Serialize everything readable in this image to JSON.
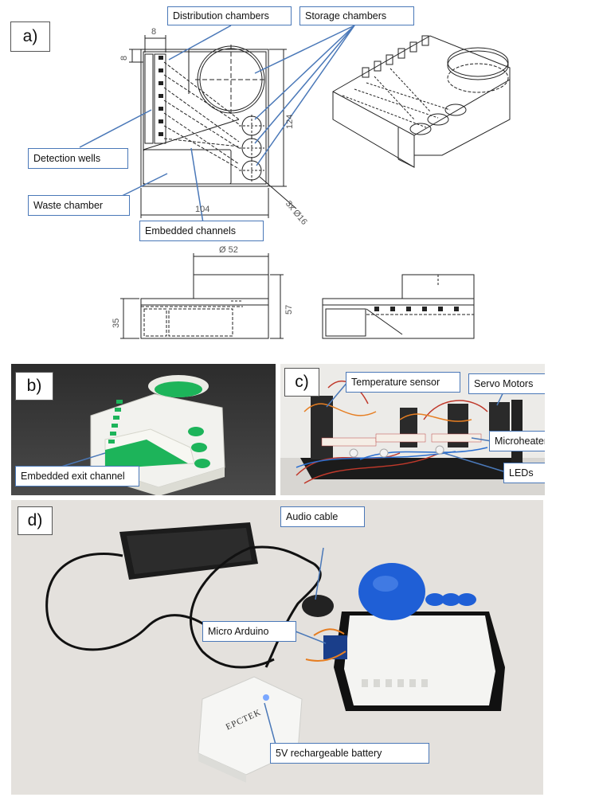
{
  "panel_labels": {
    "a": "a)",
    "b": "b)",
    "c": "c)",
    "d": "d)"
  },
  "callouts": {
    "distribution_chambers": "Distribution chambers",
    "storage_chambers": "Storage chambers",
    "detection_wells": "Detection wells",
    "waste_chamber": "Waste chamber",
    "embedded_channels": "Embedded channels",
    "embedded_exit_channel": "Embedded exit channel",
    "temperature_sensor": "Temperature sensor",
    "servo_motors": "Servo Motors",
    "microheaters": "Microheaters",
    "leds": "LEDs",
    "audio_cable": "Audio cable",
    "micro_arduino": "Micro Arduino",
    "battery": "5V rechargeable battery"
  },
  "dimensions": {
    "width_small": "8",
    "height_small": "8",
    "total_height": "124",
    "total_width": "104",
    "hole_diameter": "3x Ø16",
    "big_diameter": "Ø 52",
    "height_low": "35",
    "height_total": "57"
  },
  "product_text": {
    "battery_brand": "EPCTEK"
  },
  "colors": {
    "callout_border": "#4a78b8",
    "line": "#222222",
    "green": "#1db45a",
    "blue_dome": "#1f5fd6"
  }
}
